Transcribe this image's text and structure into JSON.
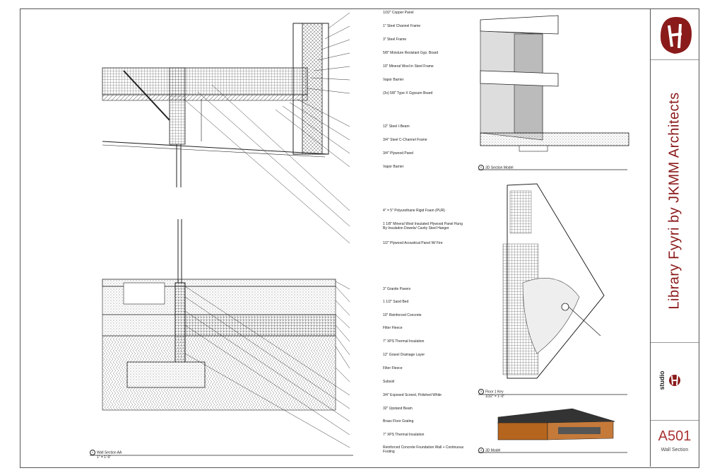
{
  "title_block": {
    "project_title": "Library Fyyri by JKMM Architects",
    "studio_name": "studio",
    "sheet_number": "A501",
    "sheet_title": "Wall Section"
  },
  "views": {
    "wall_section": {
      "number": "1",
      "title": "Wall Section AA",
      "scale": "1\" = 1'-0\""
    },
    "section_model": {
      "number": "2",
      "title": "3D Section Model"
    },
    "floor_key": {
      "number": "3",
      "title": "Floor 1 Key",
      "scale": "1/32\" = 1'-0\""
    },
    "model_3d": {
      "number": "4",
      "title": "3D Model"
    }
  },
  "callouts": [
    "1/32\" Copper Panel",
    "1\" Steel Channel Frame",
    "3\" Steel Frame",
    "5/8\" Moisture Resistant Gyp. Board",
    "10\" Mineral Wool in Steel Frame",
    "Vapor Barrier",
    "(3x) 5/8\" Type X Gypsum Board",
    "12\" Steel I-Beam",
    "3/4\" Steel C-Channel Frame",
    "3/4\" Plywood Panel",
    "Vapor Barrier",
    "4\" = 5\" Polyurethane Rigid Foam (PUR)",
    "1 1/8\" Mineral Wool Insulated Plywood Panel Hung By Insulation Dowels/ Cavity Steel Hanger",
    "1/2\" Plywood Acoustical Panel W/ Fire",
    "3\" Granite Pavers",
    "1 1/2\" Sand Bed",
    "10\" Reinforced Concrete",
    "Filter Fleece",
    "7\" XPS Thermal Insulation",
    "12\" Gravel Drainage Layer",
    "Filter Fleece",
    "Subsoil",
    "3/4\" Exposed Screed, Polished White",
    "32\" Upstand Beam",
    "Brass Floor Grating",
    "7\" XPS Thermal Insulation",
    "Reinforced Concrete Foundation Wall + Continuous Footing"
  ],
  "colors": {
    "accent": "#8b1a1a",
    "sheet_number": "#a33333",
    "line": "#222222",
    "copper": "#b5651d"
  }
}
